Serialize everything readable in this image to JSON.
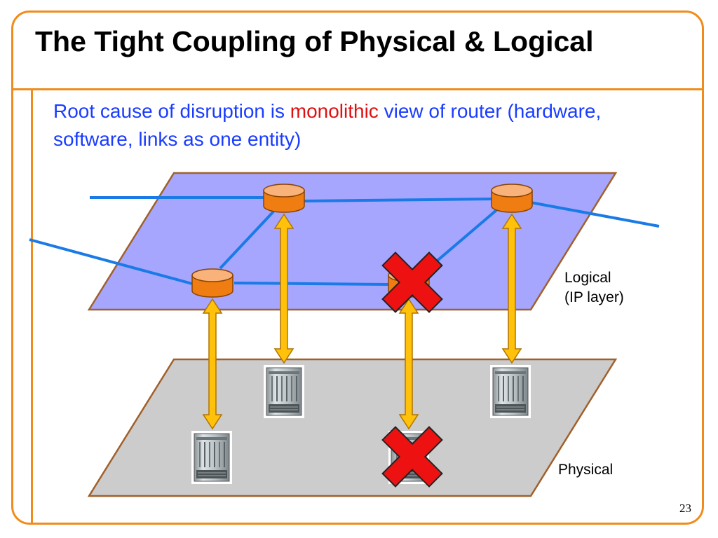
{
  "slide": {
    "title": "The Tight Coupling of Physical & Logical",
    "subtitle_pre": "Root cause of disruption is ",
    "subtitle_highlight": "monolithic",
    "subtitle_post": " view of router (hardware, software, links as one entity)",
    "page_number": "23"
  },
  "labels": {
    "logical_line1": "Logical",
    "logical_line2": "(IP layer)",
    "physical": "Physical"
  },
  "colors": {
    "frame": "#f08c1e",
    "logical_plane": "#a6a6ff",
    "physical_plane": "#cccccc",
    "link": "#1a7ae6",
    "router": "#f07d12",
    "arrow": "#ffc10a",
    "failure_mark": "#ee1111",
    "text_highlight": "#e01010",
    "text_body": "#1a3cff"
  },
  "icons": {
    "router": "router-cylinder-icon",
    "hardware": "router-chassis-icon",
    "failure": "red-x-icon"
  }
}
